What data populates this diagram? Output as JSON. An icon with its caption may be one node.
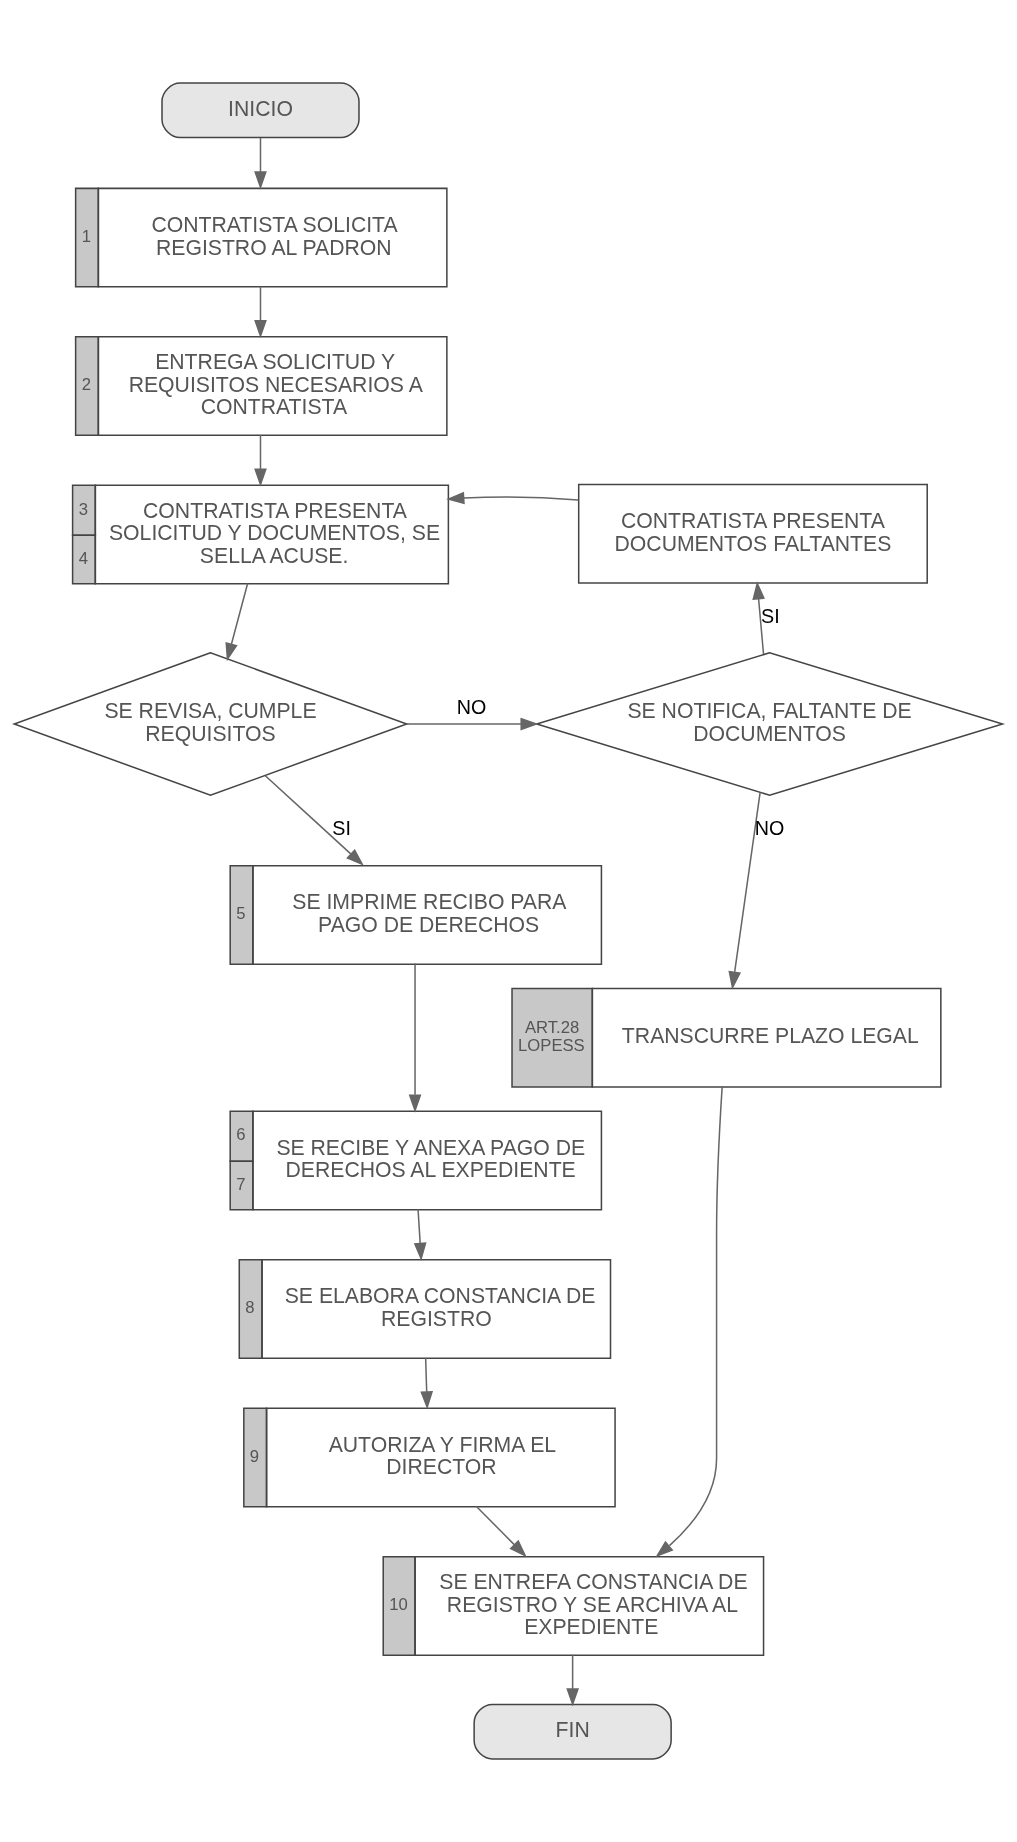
{
  "diagram": {
    "nodes": [
      {
        "text": [
          "INICIO"
        ]
      },
      {
        "text": [
          "CONTRATISTA SOLICITA REGISTRO AL PADRON"
        ],
        "beside": [
          "1"
        ]
      },
      {
        "text": [
          "ENTREGA SOLICITUD Y REQUISITOS NECESARIOS A CONTRATISTA"
        ],
        "beside": [
          "2"
        ]
      },
      {
        "text": [
          "CONTRATISTA PRESENTA SOLICITUD Y DOCUMENTOS, SE SELLA ACUSE."
        ],
        "beside": [
          "3",
          "4"
        ]
      },
      {
        "text": [
          "SE REVISA, CUMPLE REQUISITOS"
        ]
      },
      {
        "text": [
          "CONTRATISTA PRESENTA DOCUMENTOS FALTANTES"
        ]
      },
      {
        "text": [
          "SE NOTIFICA, FALTANTE DE DOCUMENTOS"
        ]
      },
      {
        "text": [
          "SE IMPRIME RECIBO PARA PAGO DE DERECHOS"
        ],
        "beside": [
          "5"
        ]
      },
      {
        "text": [
          "SE RECIBE Y ANEXA PAGO DE DERECHOS AL EXPEDIENTE"
        ],
        "beside": [
          "6",
          "7"
        ]
      },
      {
        "text": [
          "TRANSCURRE PLAZO LEGAL"
        ],
        "beside": [
          "ART.28 LOPESS"
        ]
      },
      {
        "text": [
          "SE ELABORA CONSTANCIA DE REGISTRO"
        ],
        "beside": [
          "8"
        ]
      },
      {
        "text": [
          "AUTORIZA Y FIRMA EL DIRECTOR"
        ],
        "beside": [
          "9"
        ]
      },
      {
        "text": [
          "SE ENTREFA CONSTANCIA DE REGISTRO Y SE ARCHIVA AL EXPEDIENTE"
        ],
        "beside": [
          "10"
        ]
      },
      {
        "text": [
          "FIN"
        ]
      }
    ],
    "edges": [
      {
        "from": 0,
        "to": 1,
        "arrow": "to"
      },
      {
        "from": 1,
        "to": 2,
        "arrow": "to"
      },
      {
        "from": 2,
        "to": 3,
        "arrow": "to"
      },
      {
        "from": 3,
        "to": 4,
        "arrow": "to"
      },
      {
        "from": 4,
        "to": 6,
        "arrow": "to",
        "label": "NO"
      },
      {
        "from": 4,
        "to": 7,
        "arrow": "to",
        "label": "SI"
      },
      {
        "from": 6,
        "to": 5,
        "arrow": "to",
        "label": "SI"
      },
      {
        "from": 5,
        "to": 3,
        "arrow": "to"
      },
      {
        "from": 6,
        "to": 9,
        "arrow": "to",
        "label": "NO"
      },
      {
        "from": 7,
        "to": 8,
        "arrow": "to"
      },
      {
        "from": 8,
        "to": 10,
        "arrow": "to"
      },
      {
        "from": 10,
        "to": 11,
        "arrow": "to"
      },
      {
        "from": 11,
        "to": 12,
        "arrow": "to"
      },
      {
        "from": 9,
        "to": 12,
        "arrow": "to"
      },
      {
        "from": 12,
        "to": 13,
        "arrow": "to"
      }
    ]
  }
}
